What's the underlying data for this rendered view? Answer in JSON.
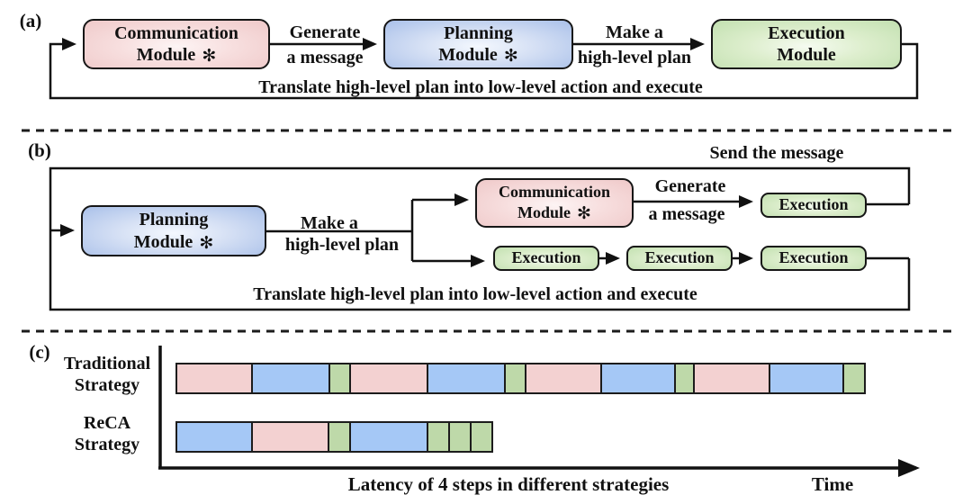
{
  "icons": {
    "openai": "✻"
  },
  "colors": {
    "communication": "#f3d1d1",
    "planning": "#a5c8f6",
    "execution": "#bed9a9",
    "line": "#111111"
  },
  "panel_a": {
    "label": "(a)",
    "comm": {
      "line1": "Communication",
      "line2": "Module"
    },
    "plan": {
      "line1": "Planning",
      "line2": "Module"
    },
    "exec": {
      "line1": "Execution",
      "line2": "Module"
    },
    "arrow_generate": {
      "line1": "Generate",
      "line2": "a message"
    },
    "arrow_plan": {
      "line1": "Make a",
      "line2": "high-level plan"
    },
    "loop_text": "Translate high-level plan into low-level action and execute"
  },
  "panel_b": {
    "label": "(b)",
    "plan": {
      "line1": "Planning",
      "line2": "Module"
    },
    "comm": {
      "line1": "Communication",
      "line2": "Module"
    },
    "arrow_plan": {
      "line1": "Make a",
      "line2": "high-level plan"
    },
    "arrow_generate": {
      "line1": "Generate",
      "line2": "a message"
    },
    "send_text": "Send the message",
    "exec_top": "Execution",
    "exec_row": [
      "Execution",
      "Execution",
      "Execution"
    ],
    "loop_text": "Translate high-level plan into low-level action and execute"
  },
  "panel_c": {
    "label": "(c)",
    "row_labels": [
      {
        "line1": "Traditional",
        "line2": "Strategy"
      },
      {
        "line1": "ReCA",
        "line2": "Strategy"
      }
    ],
    "caption": "Latency of 4 steps in different strategies",
    "time_label": "Time"
  },
  "chart_data": {
    "type": "bar",
    "subtype": "segmented-timeline",
    "title": "Latency of 4 steps in different strategies",
    "xlabel": "Time",
    "legend_semantics": {
      "communication": "Communication Module latency (pink)",
      "planning": "Planning Module latency (blue)",
      "execution": "Execution latency (green)"
    },
    "unit": "relative time (px of latency)",
    "rows": [
      {
        "label": "Traditional Strategy",
        "segments": [
          {
            "step": "communication",
            "w": 86
          },
          {
            "step": "planning",
            "w": 88
          },
          {
            "step": "execution",
            "w": 25
          },
          {
            "step": "communication",
            "w": 88
          },
          {
            "step": "planning",
            "w": 88
          },
          {
            "step": "execution",
            "w": 25
          },
          {
            "step": "communication",
            "w": 86
          },
          {
            "step": "planning",
            "w": 84
          },
          {
            "step": "execution",
            "w": 23
          },
          {
            "step": "communication",
            "w": 86
          },
          {
            "step": "planning",
            "w": 84
          },
          {
            "step": "execution",
            "w": 26
          }
        ]
      },
      {
        "label": "ReCA Strategy",
        "segments": [
          {
            "step": "planning",
            "w": 86
          },
          {
            "step": "communication",
            "w": 87
          },
          {
            "step": "execution",
            "w": 26
          },
          {
            "step": "planning",
            "w": 88
          },
          {
            "step": "execution",
            "w": 26
          },
          {
            "step": "execution",
            "w": 26
          },
          {
            "step": "execution",
            "w": 26
          }
        ]
      }
    ]
  }
}
